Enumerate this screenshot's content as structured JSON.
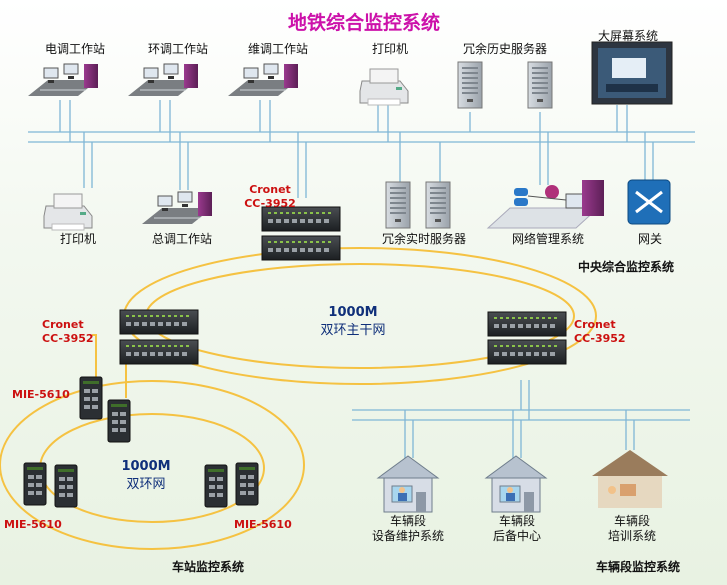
{
  "title": "地铁综合监控系统",
  "top_row": {
    "dispatch_ws": "电调工作站",
    "env_ws": "环调工作站",
    "maint_ws": "维调工作站",
    "printer": "打印机",
    "history_server": "冗余历史服务器",
    "big_screen": "大屏幕系统"
  },
  "second_row": {
    "printer": "打印机",
    "general_ws": "总调工作站",
    "realtime_server": "冗余实时服务器",
    "network_mgmt": "网络管理系统",
    "gateway": "网关"
  },
  "central_section": "中央综合监控系统",
  "switch_top": {
    "brand": "Cronet",
    "model": "CC-3952"
  },
  "switch_left": {
    "brand": "Cronet",
    "model": "CC-3952"
  },
  "switch_right": {
    "brand": "Cronet",
    "model": "CC-3952"
  },
  "main_ring": {
    "speed": "1000M",
    "name": "双环主干网"
  },
  "station_ring": {
    "speed": "1000M",
    "name": "双环网"
  },
  "mie_labels": [
    "MIE-5610",
    "MIE-5610",
    "MIE-5610"
  ],
  "station_section": "车站监控系统",
  "depot": {
    "maint_line1": "车辆段",
    "maint_line2": "设备维护系统",
    "backup_line1": "车辆段",
    "backup_line2": "后备中心",
    "training_line1": "车辆段",
    "training_line2": "培训系统"
  },
  "depot_section": "车辆段监控系统",
  "colors": {
    "title": "#cc11aa",
    "bus_line": "#7fb6d6",
    "ring": "#f5c242",
    "red_label": "#cc1111",
    "ring_text": "#0f2f7a"
  }
}
